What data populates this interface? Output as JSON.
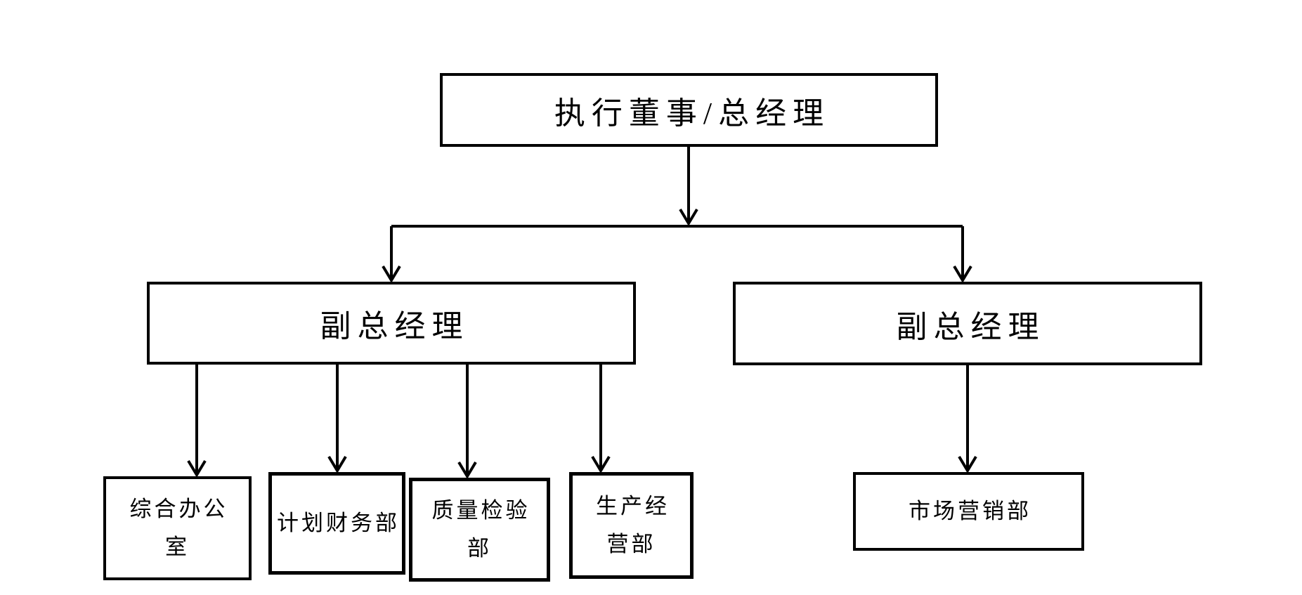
{
  "diagram": {
    "type": "org-chart",
    "background_color": "#ffffff",
    "line_color": "#000000",
    "box_fill": "#ffffff",
    "text_color": "#000000",
    "nodes": {
      "root": {
        "label": "执行董事/总经理"
      },
      "vp_left": {
        "label": "副总经理"
      },
      "vp_right": {
        "label": "副总经理"
      },
      "dept_general_office": {
        "label": "综合办公室",
        "lines": [
          "综合办公",
          "室"
        ]
      },
      "dept_planning_finance": {
        "label": "计划财务部",
        "lines": [
          "计划财务部"
        ]
      },
      "dept_quality_inspection": {
        "label": "质量检验部",
        "lines": [
          "质量检验",
          "部"
        ]
      },
      "dept_production_operation": {
        "label": "生产经营部",
        "lines": [
          "生产经",
          "营部"
        ]
      },
      "dept_marketing": {
        "label": "市场营销部",
        "lines": [
          "市场营销部"
        ]
      }
    },
    "edges": [
      {
        "from": "root",
        "to": "vp_left"
      },
      {
        "from": "root",
        "to": "vp_right"
      },
      {
        "from": "vp_left",
        "to": "dept_general_office"
      },
      {
        "from": "vp_left",
        "to": "dept_planning_finance"
      },
      {
        "from": "vp_left",
        "to": "dept_quality_inspection"
      },
      {
        "from": "vp_left",
        "to": "dept_production_operation"
      },
      {
        "from": "vp_right",
        "to": "dept_marketing"
      }
    ]
  }
}
